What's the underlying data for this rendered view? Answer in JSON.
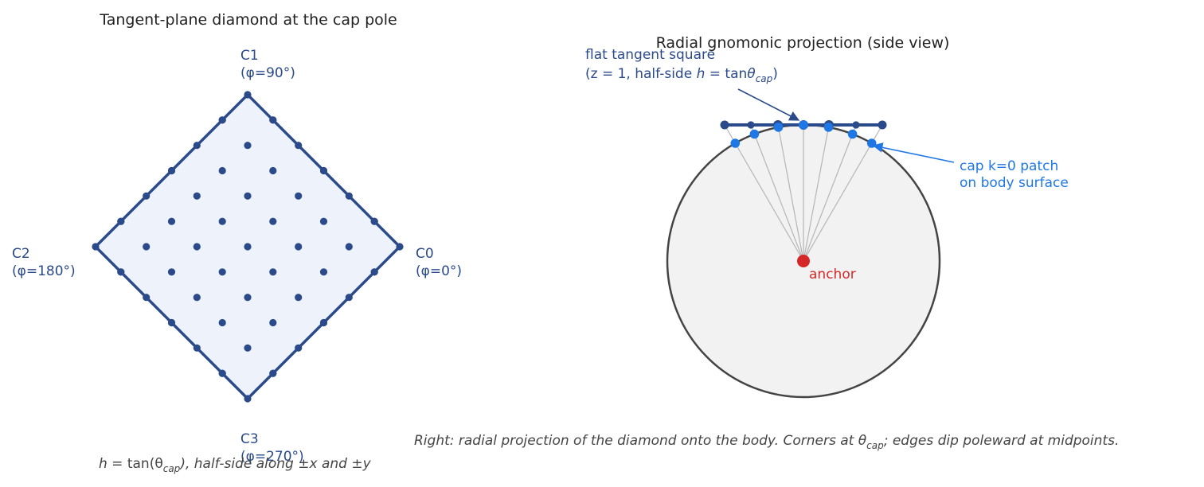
{
  "left_panel": {
    "title": "Tangent-plane diamond at the cap pole",
    "corners": [
      {
        "name": "C1",
        "angle": "(φ=90°)"
      },
      {
        "name": "C2",
        "angle": "(φ=180°)"
      },
      {
        "name": "C0",
        "angle": "(φ=0°)"
      },
      {
        "name": "C3",
        "angle": "(φ=270°)"
      }
    ],
    "caption": {
      "h": "h",
      "eq": " = tan(",
      "theta": "θ",
      "cap": "cap",
      "rest": "), half-side along ±x and ±y"
    },
    "grid_size": 7,
    "edge_points_per_side": 7
  },
  "right_panel": {
    "title": "Radial gnomonic projection (side view)",
    "square_label_line1": "flat tangent square",
    "square_label_line2_pre": "(z = 1, half-side ",
    "square_label_h": "h",
    "square_label_eq": " = tan",
    "square_label_theta": "θ",
    "square_label_cap": "cap",
    "square_label_close": ")",
    "patch_label_line1": "cap k=0 patch",
    "patch_label_line2": "on body surface",
    "anchor_label": "anchor",
    "caption": {
      "pre": "Right: radial projection of the diamond onto the body. Corners at ",
      "theta": "θ",
      "cap": "cap",
      "post": "; edges dip poleward at midpoints."
    }
  },
  "colors": {
    "navy": "#2b4a8a",
    "blue": "#1f77e6",
    "anchor": "#d62728",
    "diamond_fill": "#edf2fb",
    "body_fill": "#f2f2f2",
    "body_stroke": "#444444",
    "ray": "#b5b5b5"
  }
}
